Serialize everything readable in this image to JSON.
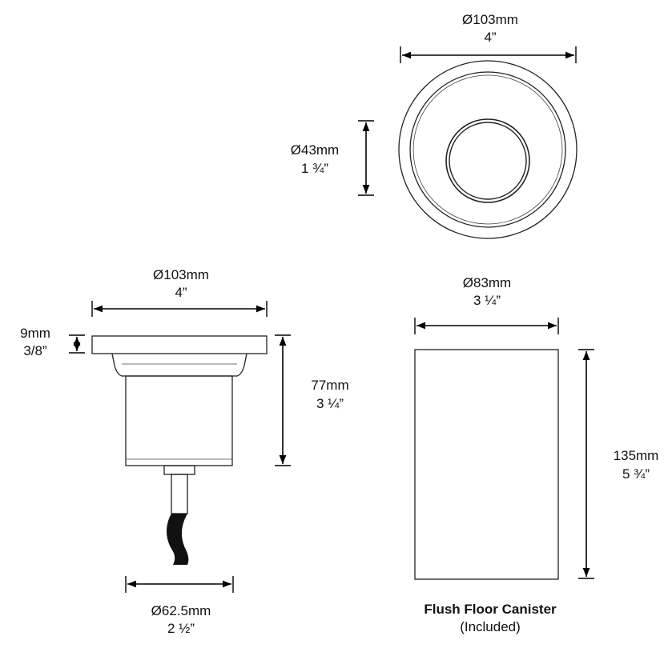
{
  "top_view": {
    "diameter_outer": {
      "mm": "Ø103mm",
      "inch": "4”"
    },
    "diameter_inner": {
      "mm": "Ø43mm",
      "inch": "1 ¾”"
    }
  },
  "side_view": {
    "diameter_top": {
      "mm": "Ø103mm",
      "inch": "4”"
    },
    "flange_thickness": {
      "mm": "9mm",
      "inch": "3/8”"
    },
    "body_height": {
      "mm": "77mm",
      "inch": "3 ¼”"
    },
    "diameter_bottom": {
      "mm": "Ø62.5mm",
      "inch": "2 ½”"
    }
  },
  "canister": {
    "diameter": {
      "mm": "Ø83mm",
      "inch": "3 ¼”"
    },
    "height": {
      "mm": "135mm",
      "inch": "5 ¾”"
    },
    "title": "Flush Floor Canister",
    "subtitle": "(Included)"
  },
  "colors": {
    "line": "#222222",
    "cable": "#111111",
    "background": "#ffffff"
  }
}
